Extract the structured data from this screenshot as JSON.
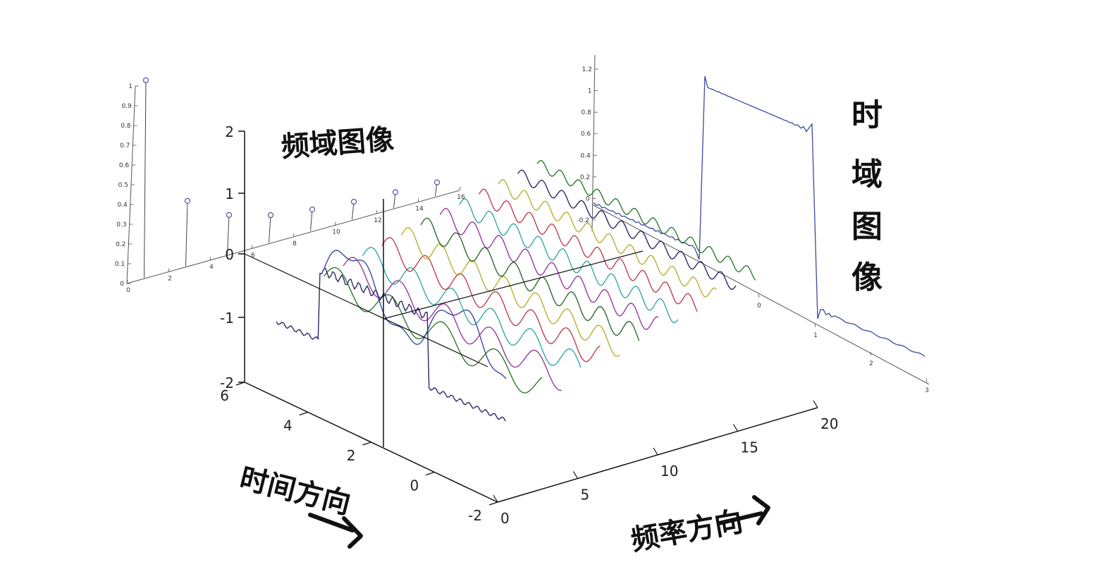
{
  "labels": {
    "freq_image": "频域图像",
    "time_image": [
      "时",
      "域",
      "图",
      "像"
    ],
    "time_dir": "时间方向",
    "freq_dir": "频率方向"
  },
  "main_axes": {
    "z_ticks": [
      "2",
      "1",
      "0",
      "-1",
      "-2"
    ],
    "time_ticks": [
      "6",
      "4",
      "2",
      "0",
      "-2"
    ],
    "freq_ticks": [
      "0",
      "5",
      "10",
      "15",
      "20"
    ]
  },
  "stem_plot": {
    "y_ticks": [
      "1",
      "0.9",
      "0.8",
      "0.7",
      "0.6",
      "0.5",
      "0.4",
      "0.3",
      "0.2",
      "0.1",
      "0"
    ],
    "x_ticks": [
      "0",
      "2",
      "4",
      "6",
      "8",
      "10",
      "12",
      "14",
      "16"
    ],
    "stem_values": [
      1.0,
      0.33,
      0.2,
      0.14,
      0.11,
      0.09,
      0.08,
      0.07
    ]
  },
  "time_plot": {
    "y_ticks": [
      "1.2",
      "1",
      "0.8",
      "0.6",
      "0.4",
      "0.2",
      "0",
      "-0.2"
    ],
    "x_ticks": [
      "0",
      "1",
      "2",
      "3"
    ]
  },
  "colors": {
    "axis": "#111111",
    "stem": "#333399",
    "square_wave": "#3a4aa0",
    "harmonics": [
      "#7a3a3a",
      "#2f7a2f",
      "#9a3a9a",
      "#3aa6a6",
      "#c04050",
      "#b8b030",
      "#2f6a2f",
      "#9a3a9a",
      "#3aa6a6",
      "#c04050",
      "#b8b030",
      "#2a2a6a",
      "#2f7a2f"
    ]
  }
}
